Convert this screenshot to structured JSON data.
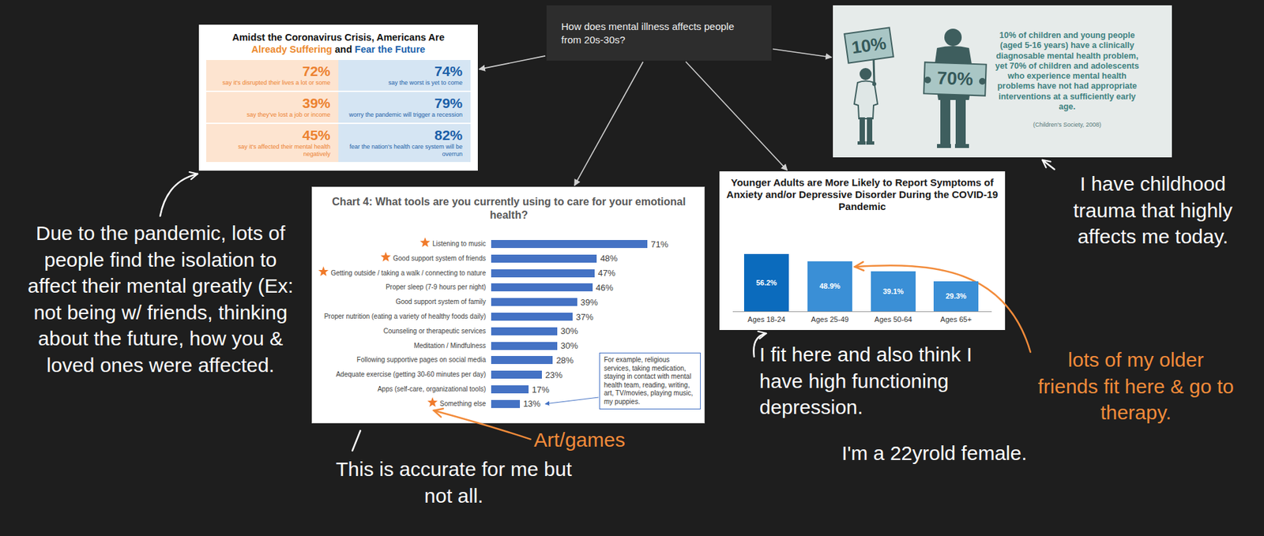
{
  "diagram": {
    "nodes": [
      {
        "text": [
          "How does mental illness affects people from 20s-30s?"
        ]
      },
      {
        "text": [
          "Amidst the Coronavirus Crisis, Americans Are",
          "Already Suffering",
          "and",
          "Fear the Future"
        ]
      },
      {
        "text": [
          "72%",
          "say it's disrupted their lives a lot or some"
        ],
        "in": 1
      },
      {
        "text": [
          "74%",
          "say the worst is yet to come"
        ],
        "in": 1
      },
      {
        "text": [
          "39%",
          "say they've lost a job or income"
        ],
        "in": 1
      },
      {
        "text": [
          "79%",
          "worry the pandemic will trigger a recession"
        ],
        "in": 1
      },
      {
        "text": [
          "45%",
          "say it's affected their mental health negatively"
        ],
        "in": 1
      },
      {
        "text": [
          "82%",
          "fear the nation's health care system will be overrun"
        ],
        "in": 1
      },
      {
        "text": [
          "10% of children and young people (aged 5-16 years) have a clinically diagnosable mental health problem, yet 70% of children and adolescents who experience mental health problems have not had appropriate interventions at a sufficiently early age.",
          "(Children's Society, 2008)"
        ]
      },
      {
        "text": [
          "Chart 4: What tools are you currently using to care for your emotional health?"
        ]
      },
      {
        "text": [
          "For example, religious services, taking medication, staying in contact with mental health team, reading, writing, art, TV/movies, playing music, my puppies."
        ],
        "in": 9
      },
      {
        "text": [
          "Younger Adults are More Likely to Report Symptoms of Anxiety and/or Depressive Disorder During the COVID-19 Pandemic"
        ]
      }
    ],
    "edges": [
      {
        "from": 0,
        "to": 1,
        "arrow": "to"
      },
      {
        "from": 0,
        "to": 9,
        "arrow": "to"
      },
      {
        "from": 0,
        "to": 11,
        "arrow": "to"
      },
      {
        "from": 0,
        "to": 8,
        "arrow": "to"
      }
    ],
    "labels": [
      "10%",
      "70%",
      "Listening to music",
      "71%",
      "Good support system of friends",
      "48%",
      "Getting outside / taking a walk / connecting to nature",
      "47%",
      "Proper sleep (7-9 hours per night)",
      "46%",
      "Good support system of family",
      "39%",
      "Proper nutrition (eating a variety of healthy foods daily)",
      "37%",
      "Counseling or therapeutic services",
      "30%",
      "Meditation / Mindfulness",
      "30%",
      "Following supportive pages on social media",
      "28%",
      "Adequate exercise (getting 30-60 minutes per day)",
      "23%",
      "Apps (self-care, organizational tools)",
      "17%",
      "Something else",
      "13%",
      "56.2%",
      "Ages 18-24",
      "48.9%",
      "Ages 25-49",
      "39.1%",
      "Ages 50-64",
      "29.3%",
      "Ages 65+",
      "Due to the pandemic, lots of people find the isolation to affect their mental greatly (Ex: not being w/ friends, thinking about the future, how you & loved ones were affected.",
      "This is accurate for me but not all.",
      "Art/games",
      "I fit here and also think I have high functioning depression.",
      "I'm a 22yrold female.",
      "lots of my older friends fit here & go to therapy.",
      "I have childhood trauma that highly affects me today."
    ]
  }
}
